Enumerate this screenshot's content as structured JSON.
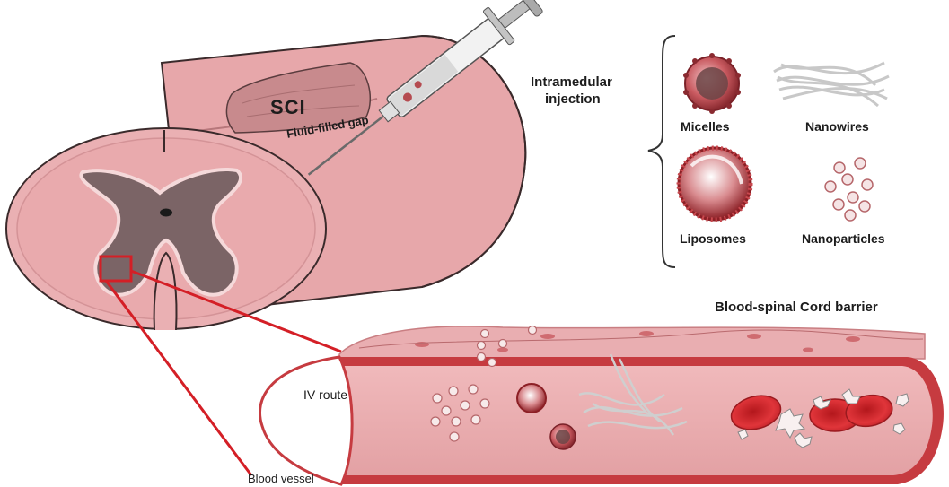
{
  "labels": {
    "sci": "SCI",
    "fluid_gap": "Fluid-filled gap",
    "intramedular_line1": "Intramedular",
    "intramedular_line2": "injection",
    "micelles": "Micelles",
    "nanowires": "Nanowires",
    "liposomes": "Liposomes",
    "nanoparticles": "Nanoparticles",
    "barrier": "Blood-spinal Cord barrier",
    "iv_route": "IV route",
    "blood_vessel": "Blood vessel"
  },
  "colors": {
    "cord_fill": "#e9a9ac",
    "cord_dark": "#c97e82",
    "grey_matter": "#7a6668",
    "lesion": "#c9888b",
    "vessel_wall": "#c63b40",
    "rbc": "#d42a2e",
    "outline": "#3a2a2b",
    "highlight_box": "#d41f26"
  }
}
